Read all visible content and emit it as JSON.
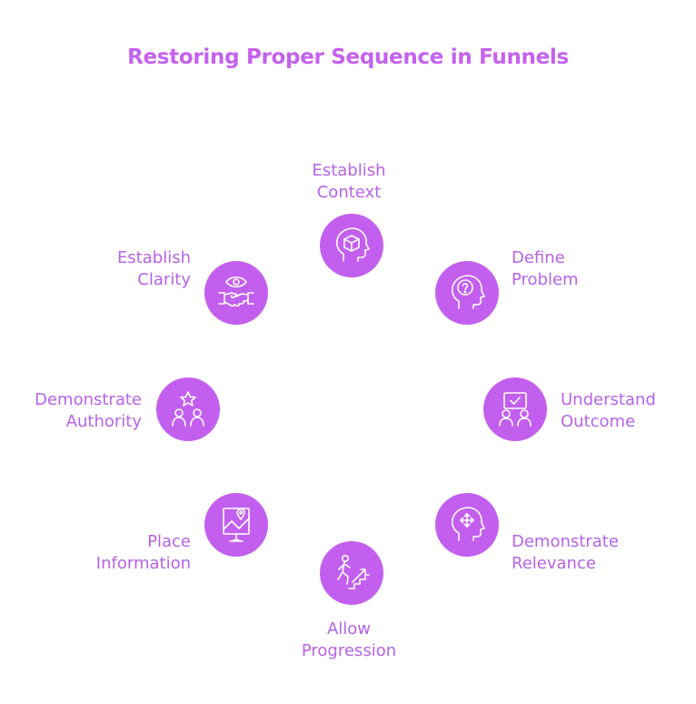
{
  "title": "Restoring Proper Sequence in Funnels",
  "colors": {
    "accent": "#c35fee",
    "text": "#b763e8",
    "title": "#c561ee"
  },
  "steps": [
    {
      "line1": "Establish",
      "line2": "Context",
      "icon": "head-cube-icon"
    },
    {
      "line1": "Define",
      "line2": "Problem",
      "icon": "head-question-icon"
    },
    {
      "line1": "Understand",
      "line2": "Outcome",
      "icon": "people-check-screen-icon"
    },
    {
      "line1": "Demonstrate",
      "line2": "Relevance",
      "icon": "head-arrows-icon"
    },
    {
      "line1": "Allow",
      "line2": "Progression",
      "icon": "person-stairs-icon"
    },
    {
      "line1": "Place",
      "line2": "Information",
      "icon": "map-board-icon"
    },
    {
      "line1": "Demonstrate",
      "line2": "Authority",
      "icon": "people-star-icon"
    },
    {
      "line1": "Establish",
      "line2": "Clarity",
      "icon": "eye-handshake-icon"
    }
  ]
}
